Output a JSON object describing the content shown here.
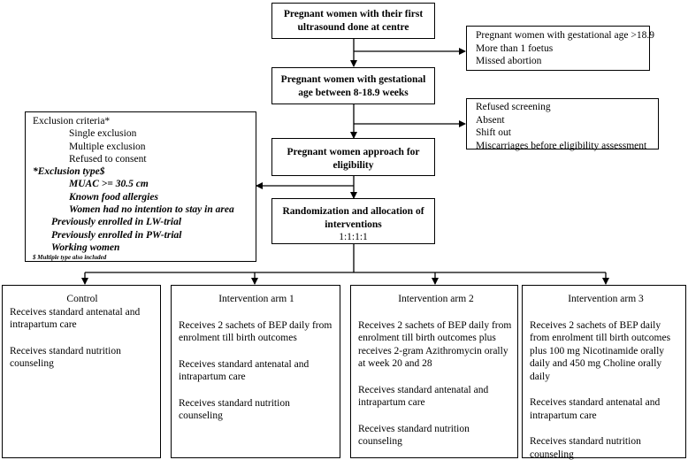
{
  "flow": {
    "box1": [
      "Pregnant women with their first",
      "ultrasound done at centre"
    ],
    "box2": [
      "Pregnant women with gestational",
      "age between 8-18.9 weeks"
    ],
    "box3": [
      "Pregnant women approach for",
      "eligibility"
    ],
    "box4": [
      "Randomization and allocation of",
      "interventions",
      "1:1:1:1"
    ]
  },
  "side_exclusions": {
    "first": [
      "Pregnant women with gestational age >18.9",
      "More than 1 foetus",
      "Missed abortion"
    ],
    "second": [
      "Refused screening",
      "Absent",
      "Shift out",
      "Miscarriages before eligibility assessment"
    ]
  },
  "exclusion_criteria": {
    "title": "Exclusion criteria*",
    "items": [
      "Single exclusion",
      "Multiple exclusion",
      "Refused to consent"
    ],
    "type_title": "*Exclusion type$",
    "types": [
      "MUAC >= 30.5 cm",
      "Known food allergies",
      "Women had no intention to stay in area",
      "Previously enrolled in LW-trial",
      "Previously enrolled in PW-trial",
      "Working women"
    ],
    "footnote": "$ Multiple type also included"
  },
  "arms": [
    {
      "title": "Control",
      "paragraphs": [
        "Receives standard antenatal and intrapartum care",
        "Receives standard nutrition counseling"
      ]
    },
    {
      "title": "Intervention arm 1",
      "paragraphs": [
        "Receives 2 sachets of BEP daily from enrolment till birth outcomes",
        "Receives standard antenatal and intrapartum care",
        "Receives standard nutrition counseling"
      ]
    },
    {
      "title": "Intervention arm 2",
      "paragraphs": [
        "Receives 2 sachets of BEP daily from enrolment till birth outcomes plus receives 2-gram Azithromycin orally at week 20 and 28",
        "Receives standard antenatal and intrapartum care",
        "Receives standard nutrition counseling"
      ]
    },
    {
      "title": "Intervention arm 3",
      "paragraphs": [
        "Receives 2 sachets of BEP daily from enrolment till birth outcomes plus 100 mg Nicotinamide orally daily and 450 mg Choline orally daily",
        "Receives standard antenatal and intrapartum care",
        "Receives standard nutrition counseling"
      ]
    }
  ]
}
